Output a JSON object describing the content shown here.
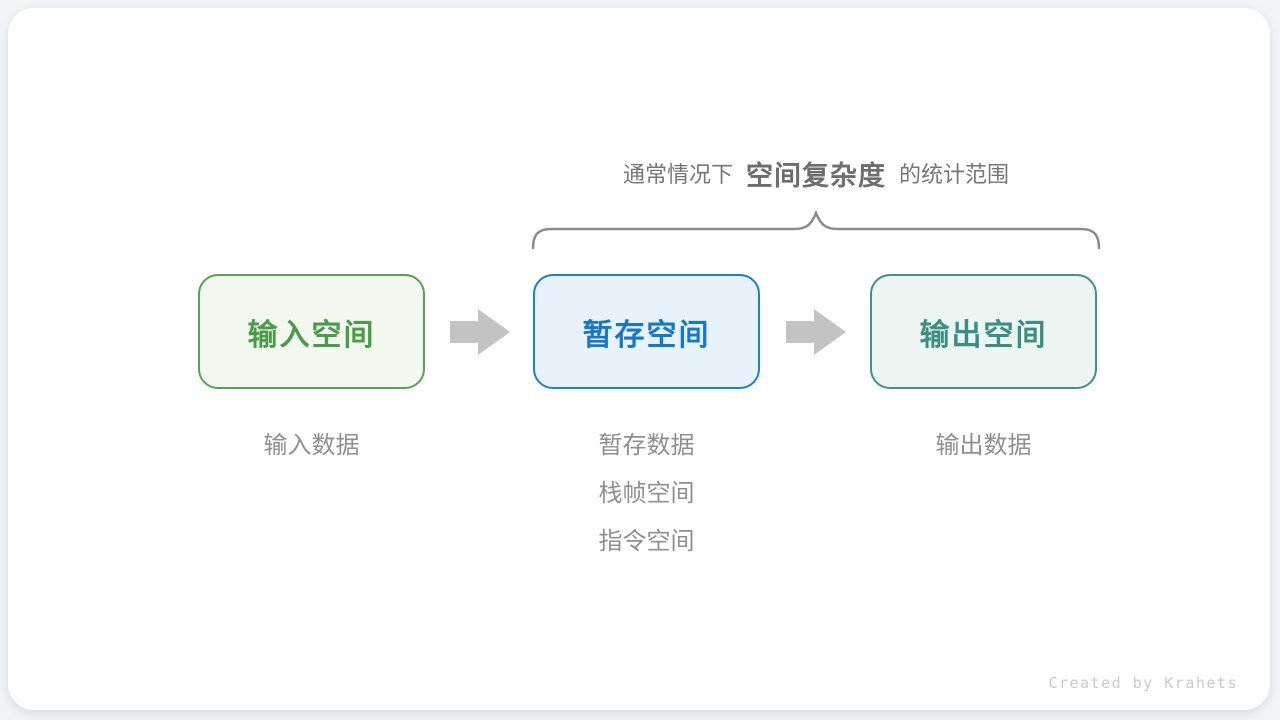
{
  "title": {
    "prefix": "通常情况下",
    "emphasis": "空间复杂度",
    "suffix": "的统计范围"
  },
  "boxes": [
    {
      "id": "input",
      "label": "输入空间"
    },
    {
      "id": "temp",
      "label": "暂存空间"
    },
    {
      "id": "output",
      "label": "输出空间"
    }
  ],
  "columns": [
    {
      "items": [
        "输入数据"
      ]
    },
    {
      "items": [
        "暂存数据",
        "栈帧空间",
        "指令空间"
      ]
    },
    {
      "items": [
        "输出数据"
      ]
    }
  ],
  "credit": "Created by Krahets",
  "colors": {
    "page_bg": "#f2f3f5",
    "card_bg": "#ffffff",
    "title_text": "#767676",
    "title_emphasis_text": "#6e6e6e",
    "label_text": "#8f8f8f",
    "brace_color": "#8c8c8c",
    "arrow_color": "#c3c3c3",
    "credit_text": "#c9c9c9",
    "box_input_border": "#5aa057",
    "box_input_bg": "#f2f8f0",
    "box_input_text": "#4c9b4a",
    "box_temp_border": "#1a80d1",
    "box_temp_bg": "#e8f2fb",
    "box_temp_text": "#1779c5",
    "box_output_border": "#43917f",
    "box_output_bg": "#edf5f2",
    "box_output_text": "#3c8f80"
  }
}
